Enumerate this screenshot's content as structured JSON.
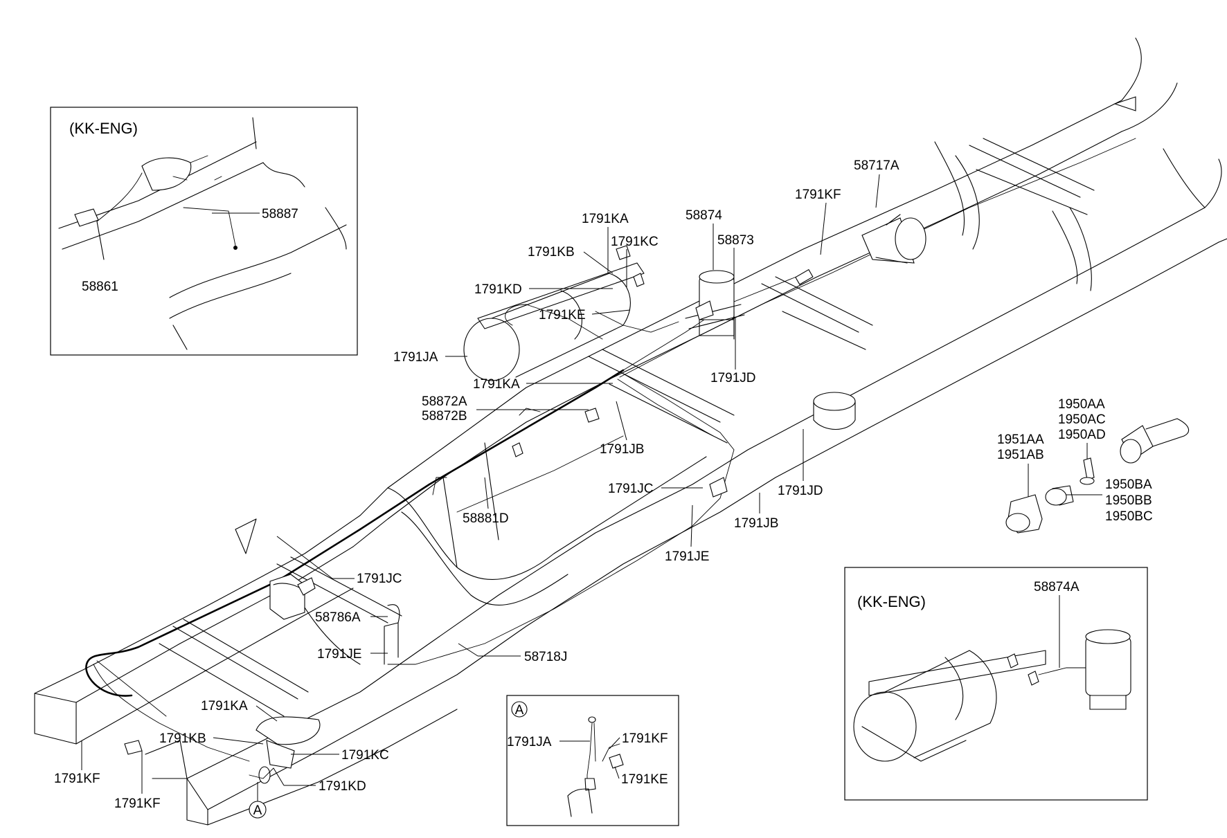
{
  "boxes": {
    "kk_eng_top": "(KK-ENG)",
    "kk_eng_bottom": "(KK-ENG)",
    "detail_a": "A"
  },
  "marker_a": "A",
  "labels": {
    "l_58887": "58887",
    "l_58861": "58861",
    "l_58717A": "58717A",
    "l_1791KF_top": "1791KF",
    "l_58874": "58874",
    "l_58873": "58873",
    "l_1791KA_top": "1791KA",
    "l_1791KC_top": "1791KC",
    "l_1791KB_top": "1791KB",
    "l_1791KD_top": "1791KD",
    "l_1791KE_top": "1791KE",
    "l_1791JA": "1791JA",
    "l_1791KA_mid": "1791KA",
    "l_58872A": "58872A",
    "l_58872B": "58872B",
    "l_1791JD_top": "1791JD",
    "l_1791JB_mid": "1791JB",
    "l_58881D": "58881D",
    "l_1791JC_mid": "1791JC",
    "l_1791JB_right": "1791JB",
    "l_1791JD_right": "1791JD",
    "l_1791JE_mid": "1791JE",
    "l_1791JC_low": "1791JC",
    "l_58786A": "58786A",
    "l_1791JE_low": "1791JE",
    "l_58718J": "58718J",
    "l_1791KA_low": "1791KA",
    "l_1791KB_low": "1791KB",
    "l_1791KC_low": "1791KC",
    "l_1791KD_low": "1791KD",
    "l_1791KF_low1": "1791KF",
    "l_1791KF_low2": "1791KF",
    "l_1950AA": "1950AA",
    "l_1950AC": "1950AC",
    "l_1950AD": "1950AD",
    "l_1951AA": "1951AA",
    "l_1951AB": "1951AB",
    "l_1950BA": "1950BA",
    "l_1950BB": "1950BB",
    "l_1950BC": "1950BC",
    "l_58874A": "58874A",
    "a_1791JA": "1791JA",
    "a_1791KF": "1791KF",
    "a_1791KE": "1791KE"
  }
}
